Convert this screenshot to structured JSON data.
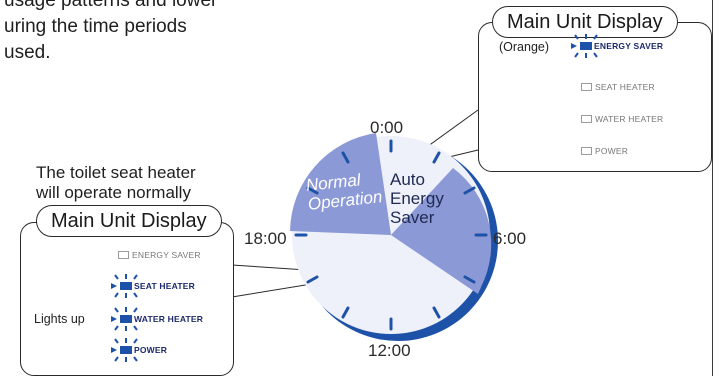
{
  "intro_lines": [
    "usage patterns and lower",
    "uring the time periods",
    "used."
  ],
  "clock_labels": {
    "top": "0:00",
    "right": "6:00",
    "bottom": "12:00",
    "left": "18:00"
  },
  "segments": {
    "normal": [
      "Normal",
      "Operation"
    ],
    "auto": [
      "Auto",
      "Energy",
      "Saver"
    ]
  },
  "note_lines": [
    "The toilet seat heater",
    "will operate normally"
  ],
  "top_panel": {
    "title": "Main Unit Display",
    "color_note": "(Orange)",
    "indicators": [
      "ENERGY SAVER",
      "SEAT HEATER",
      "WATER HEATER",
      "POWER"
    ]
  },
  "bottom_panel": {
    "title": "Main Unit Display",
    "lights_up": "Lights up",
    "indicators": [
      "ENERGY SAVER",
      "SEAT HEATER",
      "WATER HEATER",
      "POWER"
    ]
  },
  "colors": {
    "dark_blue": "#1e52a8",
    "segment_fill": "#8b99d6",
    "pale_face": "#eef0fa",
    "lamp": "#1e52a8"
  }
}
